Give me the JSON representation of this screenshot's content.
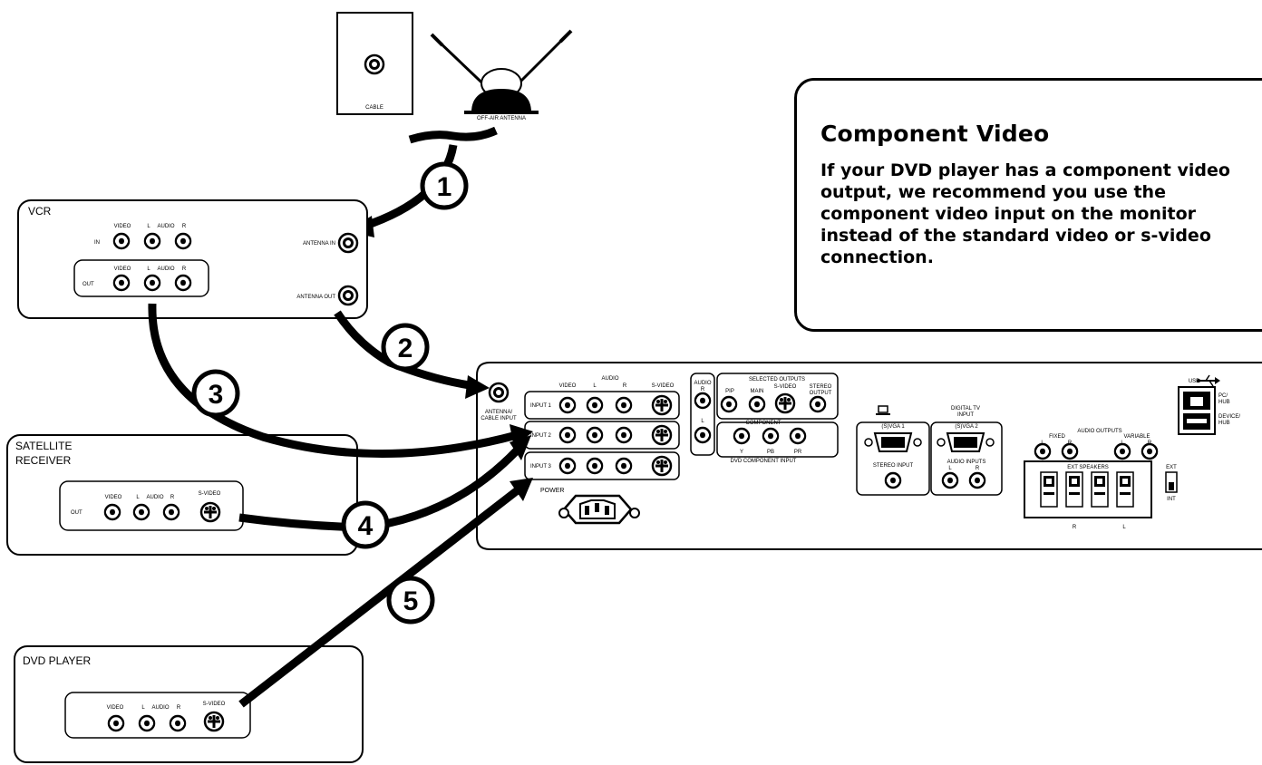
{
  "info_box": {
    "title": "Component Video",
    "body": "If your DVD player has a component video output, we recommend you use the component video input on the monitor instead of the standard video or s-video connection."
  },
  "cable_outlet": {
    "label": "CABLE"
  },
  "antenna": {
    "label": "OFF-AIR ANTENNA"
  },
  "vcr": {
    "title": "VCR",
    "in_label": "IN",
    "out_label": "OUT",
    "video_label": "VIDEO",
    "l_label": "L",
    "audio_label": "AUDIO",
    "r_label": "R",
    "antenna_in_label": "ANTENNA IN",
    "antenna_out_label": "ANTENNA OUT"
  },
  "satellite": {
    "title_line1": "SATELLITE",
    "title_line2": "RECEIVER",
    "out_label": "OUT",
    "video_label": "VIDEO",
    "l_label": "L",
    "audio_label": "AUDIO",
    "r_label": "R",
    "svideo_label": "S-VIDEO"
  },
  "dvd": {
    "title": "DVD PLAYER",
    "video_label": "VIDEO",
    "l_label": "L",
    "audio_label": "AUDIO",
    "r_label": "R",
    "svideo_label": "S-VIDEO"
  },
  "monitor": {
    "antenna_label_1": "ANTENNA/",
    "antenna_label_2": "CABLE INPUT",
    "video_label": "VIDEO",
    "audio_label": "AUDIO",
    "l_label": "L",
    "r_label": "R",
    "svideo_label": "S-VIDEO",
    "input1": "INPUT 1",
    "input2": "INPUT 2",
    "input3": "INPUT 3",
    "power_label": "POWER",
    "audio_r": "R",
    "audio_top": "AUDIO",
    "audio_l": "L",
    "selected_outputs": "SELECTED OUTPUTS",
    "pip_label": "PIP",
    "main_label": "MAIN",
    "svideo2_label": "S-VIDEO",
    "stereo_output_1": "STEREO",
    "stereo_output_2": "OUTPUT",
    "component_label": "COMPONENT",
    "y_label": "Y",
    "pb_label": "PB",
    "pr_label": "PR",
    "dvd_component_input": "DVD COMPONENT INPUT",
    "svga1_label": "(S)VGA 1",
    "stereo_input": "STEREO INPUT",
    "digital_tv_1": "DIGITAL TV",
    "digital_tv_2": "INPUT",
    "svga2_label": "(S)VGA 2",
    "audio_inputs": "AUDIO INPUTS",
    "audio_outputs": "AUDIO OUTPUTS",
    "fixed_label": "FIXED",
    "variable_label": "VARIABLE",
    "ext_speakers": "EXT SPEAKERS",
    "ext_label": "EXT",
    "int_label": "INT",
    "usb_label": "USB",
    "pc_hub_1": "PC/",
    "pc_hub_2": "HUB",
    "device_hub_1": "DEVICE/",
    "device_hub_2": "HUB"
  },
  "steps": [
    "1",
    "2",
    "3",
    "4",
    "5"
  ]
}
